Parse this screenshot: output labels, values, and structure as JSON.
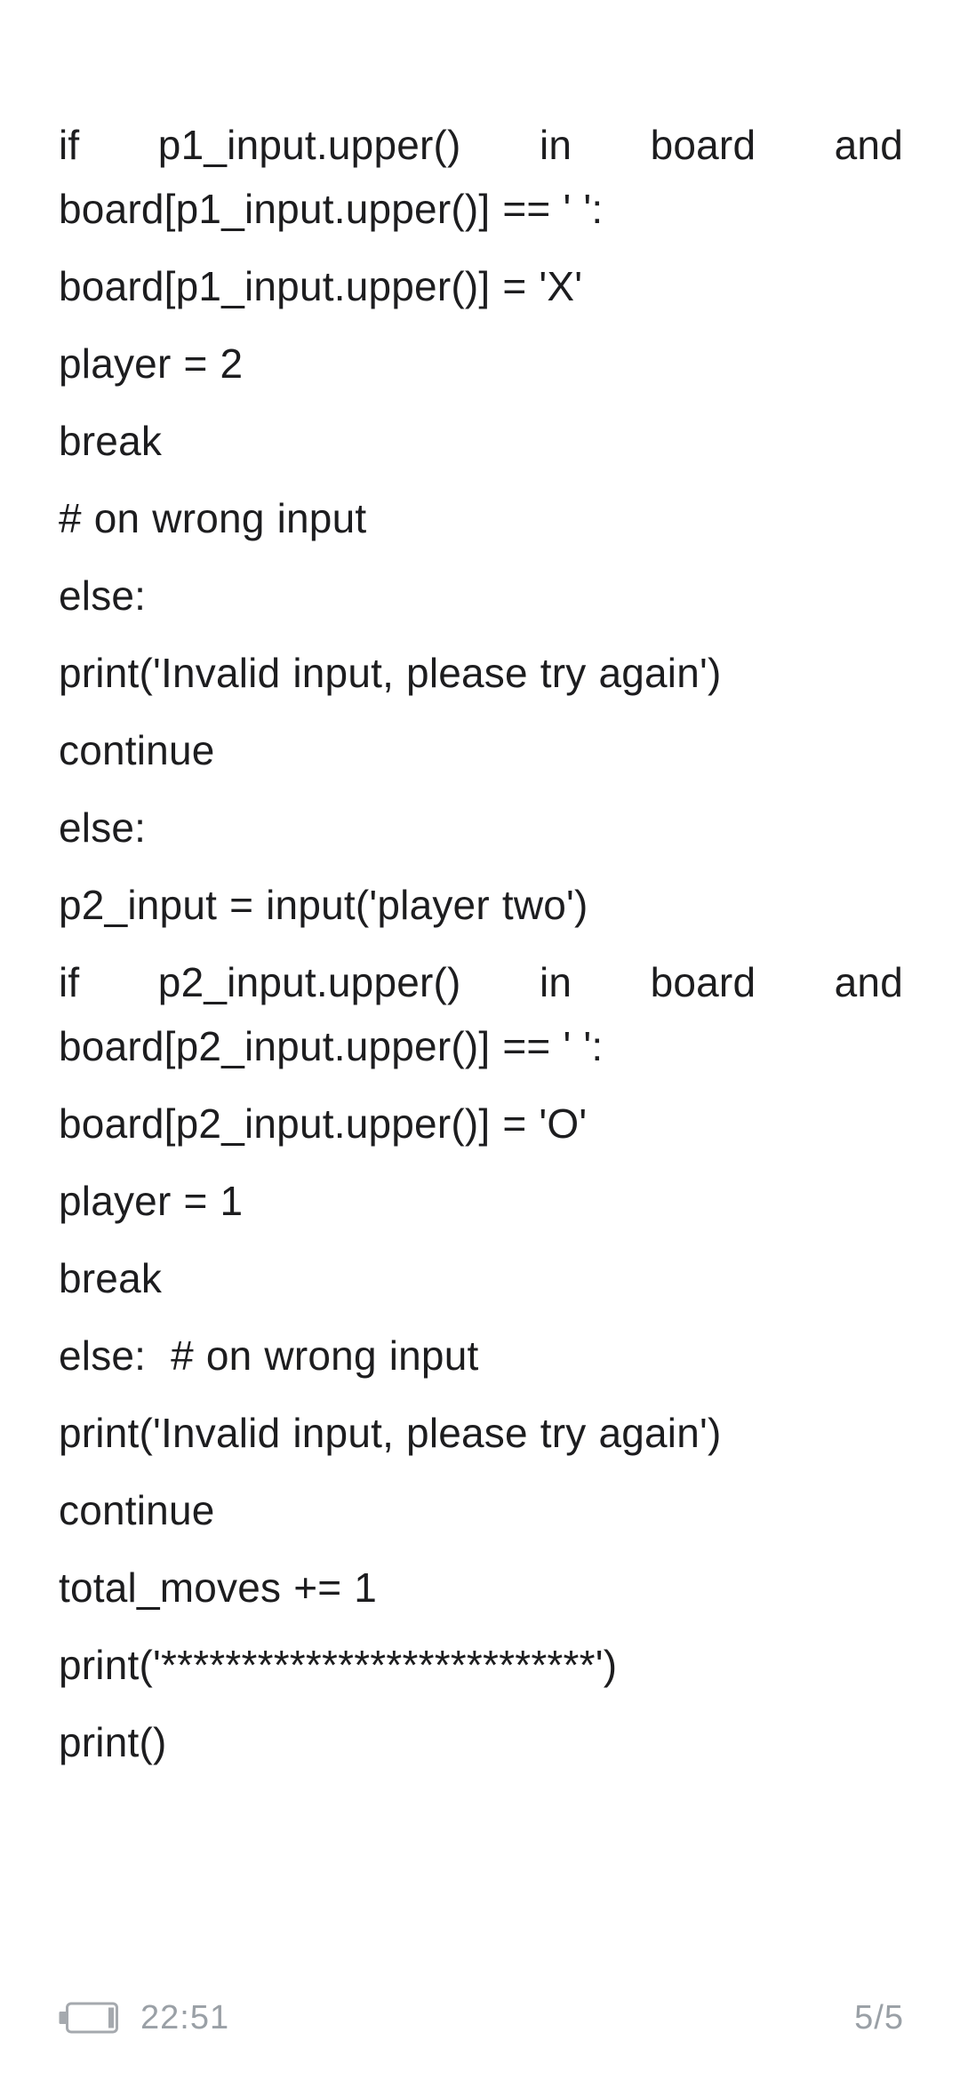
{
  "colors": {
    "background": "#ffffff",
    "text": "#1d1d1f",
    "footer_text": "#9aa0a6",
    "battery_icon": "#a5a9ae"
  },
  "doc": {
    "lines": [
      "if p1_input.upper() in board and board[p1_input.upper()] == ' ':",
      "board[p1_input.upper()] = 'X'",
      "player = 2",
      "break",
      "# on wrong input",
      "else:",
      "print('Invalid input, please try again')",
      "continue",
      "else:",
      "p2_input = input('player two')",
      "if p2_input.upper() in board and board[p2_input.upper()] == ' ':",
      "board[p2_input.upper()] = 'O'",
      "player = 1",
      "break",
      "else:  # on wrong input",
      "print('Invalid input, please try again')",
      "continue",
      "total_moves += 1",
      "print('***************************')",
      "print()"
    ]
  },
  "footer": {
    "time": "22:51",
    "page_indicator": "5/5",
    "battery_icon": "battery-low-icon"
  }
}
